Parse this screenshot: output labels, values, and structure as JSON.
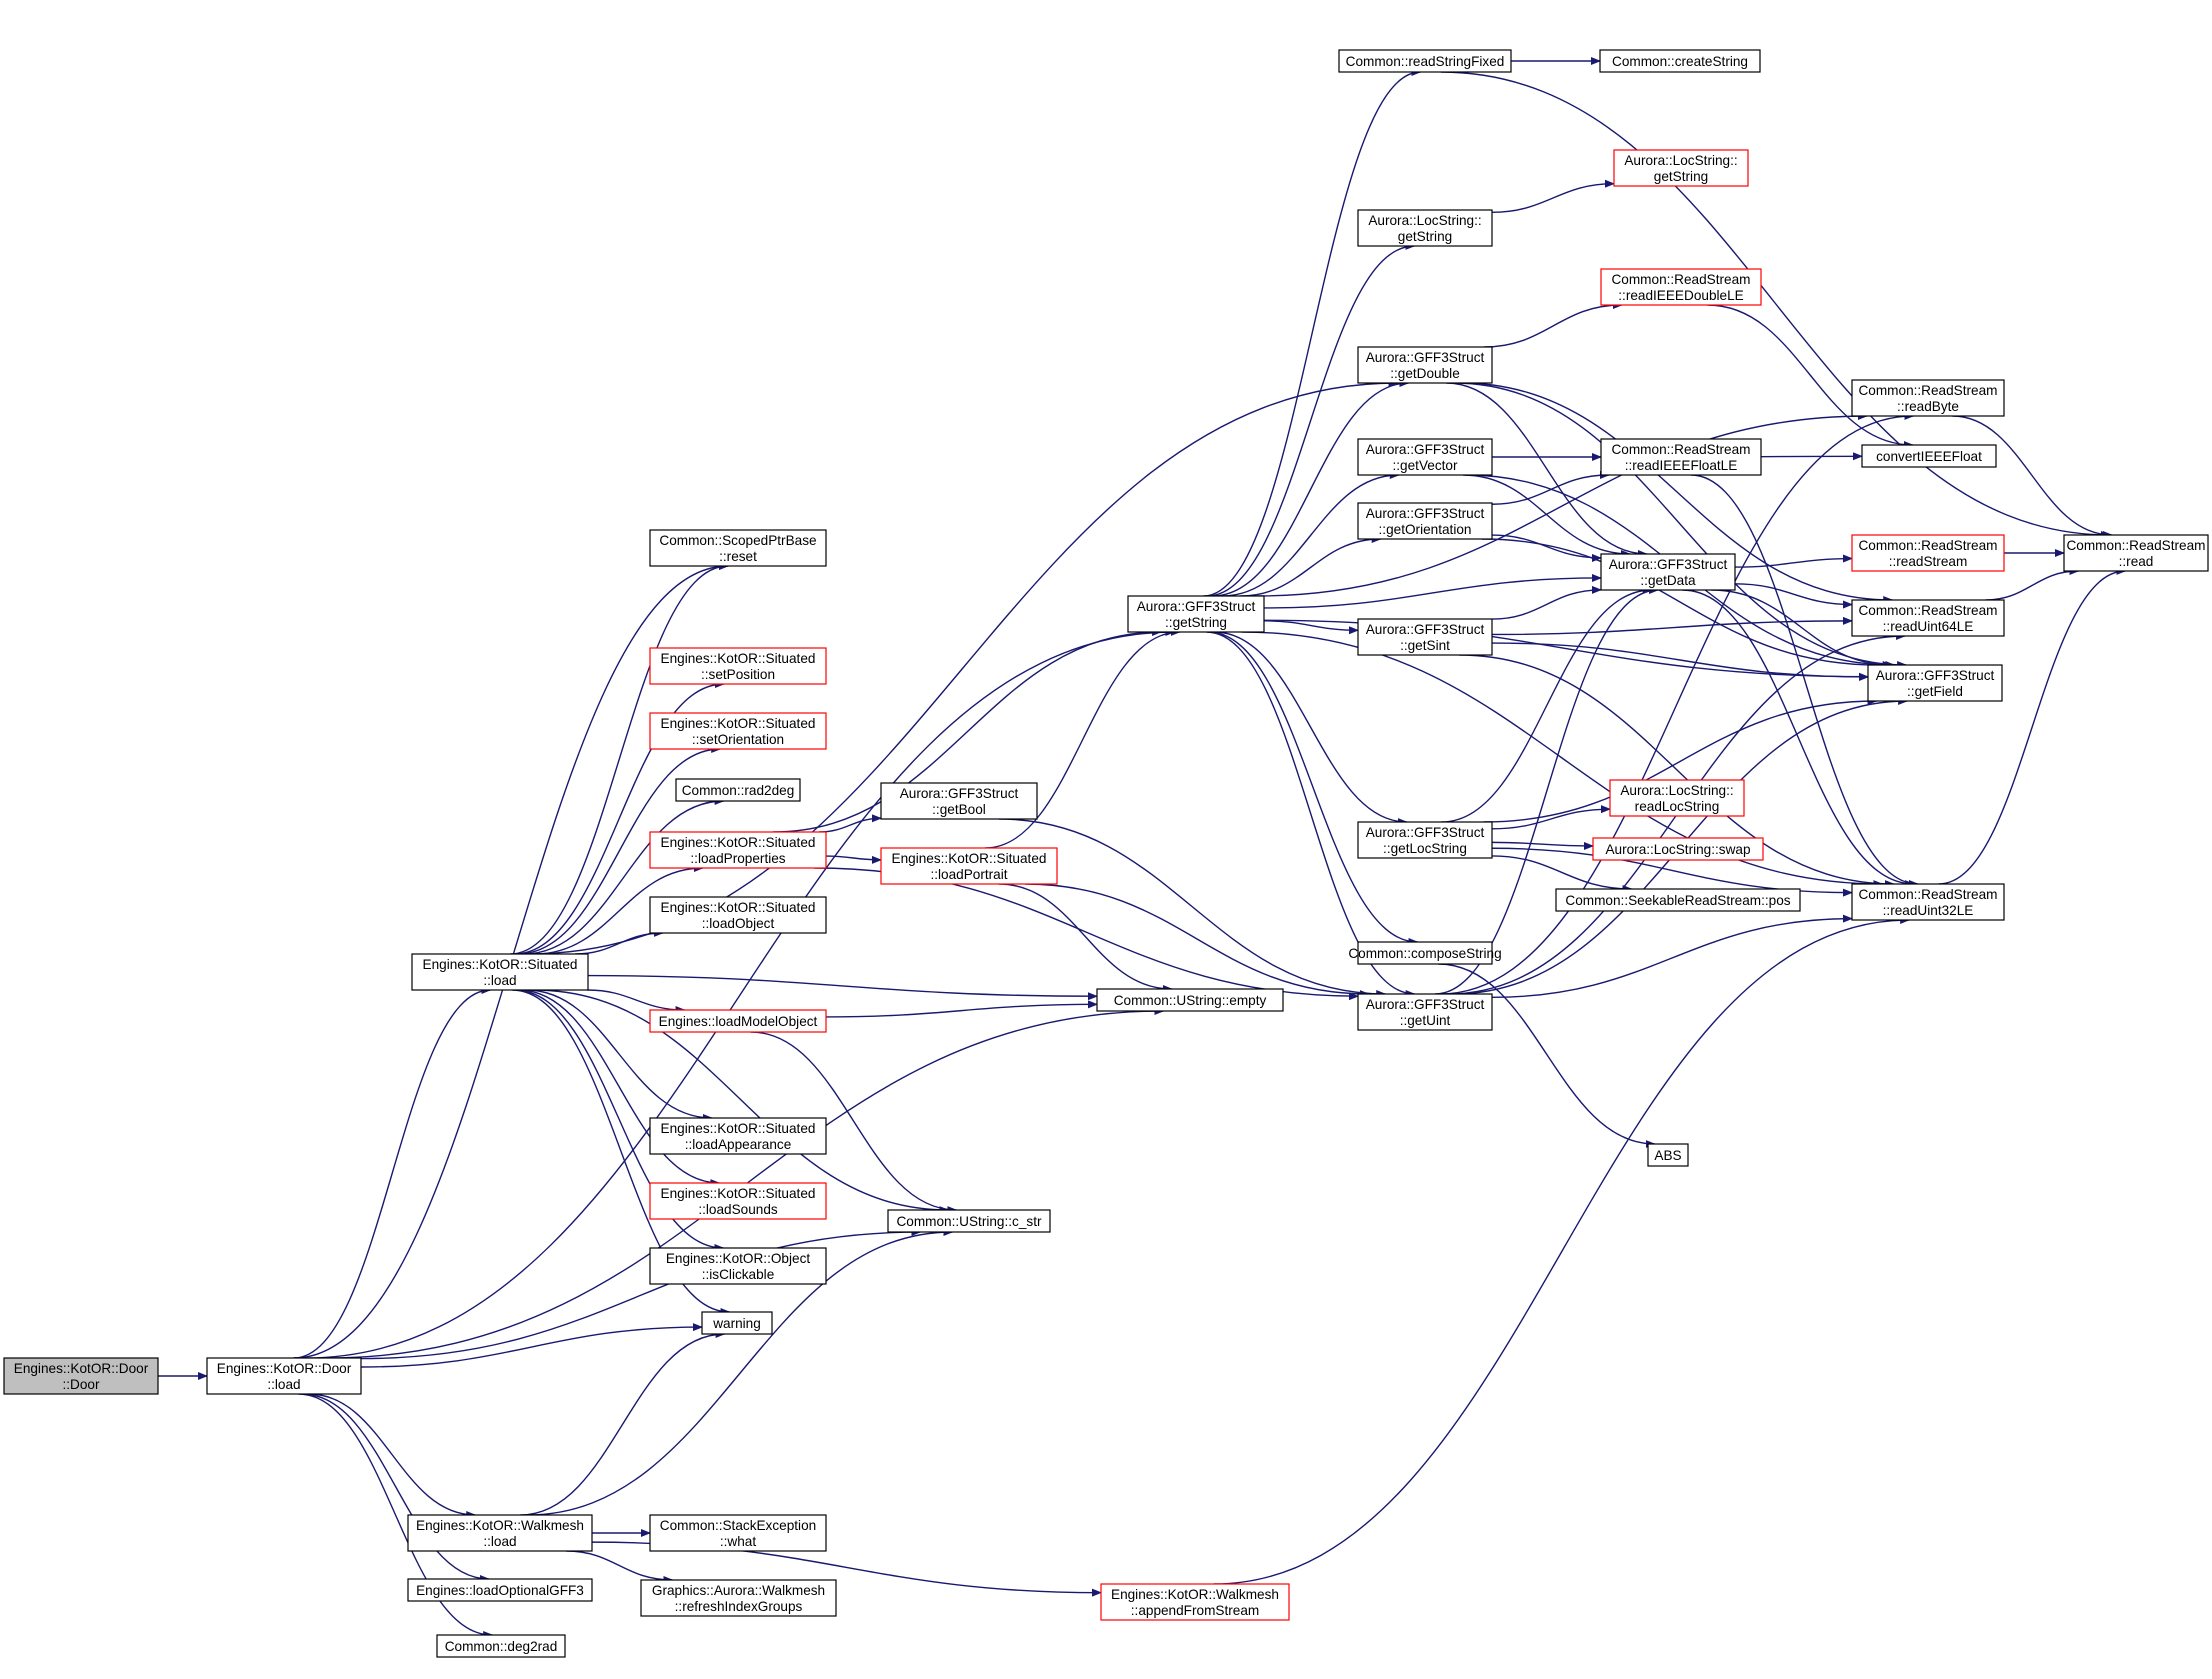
{
  "colors": {
    "edge": "#191970",
    "node_border": "#000000",
    "node_border_incomplete": "#ff0000",
    "root_fill": "#bfbfbf",
    "node_fill": "#ffffff"
  },
  "nodes": {
    "door_ctor": {
      "lines": [
        "Engines::KotOR::Door",
        "::Door"
      ],
      "root": true
    },
    "door_load": {
      "lines": [
        "Engines::KotOR::Door",
        "::load"
      ]
    },
    "situated_load": {
      "lines": [
        "Engines::KotOR::Situated",
        "::load"
      ]
    },
    "walkmesh_load": {
      "lines": [
        "Engines::KotOR::Walkmesh",
        "::load"
      ]
    },
    "load_optional_gff3": {
      "lines": [
        "Engines::loadOptionalGFF3"
      ]
    },
    "deg2rad": {
      "lines": [
        "Common::deg2rad"
      ]
    },
    "scoped_reset": {
      "lines": [
        "Common::ScopedPtrBase",
        "::reset"
      ]
    },
    "set_position": {
      "lines": [
        "Engines::KotOR::Situated",
        "::setPosition"
      ],
      "incomplete": true
    },
    "set_orientation": {
      "lines": [
        "Engines::KotOR::Situated",
        "::setOrientation"
      ],
      "incomplete": true
    },
    "rad2deg": {
      "lines": [
        "Common::rad2deg"
      ]
    },
    "load_properties": {
      "lines": [
        "Engines::KotOR::Situated",
        "::loadProperties"
      ],
      "incomplete": true
    },
    "load_object": {
      "lines": [
        "Engines::KotOR::Situated",
        "::loadObject"
      ]
    },
    "load_model_object": {
      "lines": [
        "Engines::loadModelObject"
      ],
      "incomplete": true
    },
    "load_appearance": {
      "lines": [
        "Engines::KotOR::Situated",
        "::loadAppearance"
      ]
    },
    "load_sounds": {
      "lines": [
        "Engines::KotOR::Situated",
        "::loadSounds"
      ],
      "incomplete": true
    },
    "is_clickable": {
      "lines": [
        "Engines::KotOR::Object",
        "::isClickable"
      ]
    },
    "warning": {
      "lines": [
        "warning"
      ]
    },
    "stack_what": {
      "lines": [
        "Common::StackException",
        "::what"
      ]
    },
    "refresh_index": {
      "lines": [
        "Graphics::Aurora::Walkmesh",
        "::refreshIndexGroups"
      ]
    },
    "get_bool": {
      "lines": [
        "Aurora::GFF3Struct",
        "::getBool"
      ]
    },
    "load_portrait": {
      "lines": [
        "Engines::KotOR::Situated",
        "::loadPortrait"
      ],
      "incomplete": true
    },
    "ustring_empty": {
      "lines": [
        "Common::UString::empty"
      ]
    },
    "ustring_cstr": {
      "lines": [
        "Common::UString::c_str"
      ]
    },
    "append_from_stream": {
      "lines": [
        "Engines::KotOR::Walkmesh",
        "::appendFromStream"
      ],
      "incomplete": true
    },
    "get_string": {
      "lines": [
        "Aurora::GFF3Struct",
        "::getString"
      ]
    },
    "read_string_fixed": {
      "lines": [
        "Common::readStringFixed"
      ]
    },
    "create_string": {
      "lines": [
        "Common::createString"
      ]
    },
    "locstring_getstring": {
      "lines": [
        "Aurora::LocString::",
        "getString"
      ]
    },
    "locstring_getstring_red": {
      "lines": [
        "Aurora::LocString::",
        "getString"
      ],
      "incomplete": true
    },
    "get_double": {
      "lines": [
        "Aurora::GFF3Struct",
        "::getDouble"
      ]
    },
    "read_ieee_double": {
      "lines": [
        "Common::ReadStream",
        "::readIEEEDoubleLE"
      ],
      "incomplete": true
    },
    "get_vector": {
      "lines": [
        "Aurora::GFF3Struct",
        "::getVector"
      ]
    },
    "get_orientation": {
      "lines": [
        "Aurora::GFF3Struct",
        "::getOrientation"
      ]
    },
    "read_ieee_float": {
      "lines": [
        "Common::ReadStream",
        "::readIEEEFloatLE"
      ]
    },
    "get_data": {
      "lines": [
        "Aurora::GFF3Struct",
        "::getData"
      ]
    },
    "get_sint": {
      "lines": [
        "Aurora::GFF3Struct",
        "::getSint"
      ]
    },
    "get_locstring": {
      "lines": [
        "Aurora::GFF3Struct",
        "::getLocString"
      ]
    },
    "read_locstring": {
      "lines": [
        "Aurora::LocString::",
        "readLocString"
      ],
      "incomplete": true
    },
    "locstring_swap": {
      "lines": [
        "Aurora::LocString::swap"
      ],
      "incomplete": true
    },
    "seekable_pos": {
      "lines": [
        "Common::SeekableReadStream::pos"
      ]
    },
    "compose_string": {
      "lines": [
        "Common::composeString"
      ]
    },
    "get_uint": {
      "lines": [
        "Aurora::GFF3Struct",
        "::getUint"
      ]
    },
    "abs": {
      "lines": [
        "ABS"
      ]
    },
    "read_byte": {
      "lines": [
        "Common::ReadStream",
        "::readByte"
      ]
    },
    "convert_ieee_float": {
      "lines": [
        "convertIEEEFloat"
      ]
    },
    "read_stream": {
      "lines": [
        "Common::ReadStream",
        "::readStream"
      ],
      "incomplete": true
    },
    "read_uint64": {
      "lines": [
        "Common::ReadStream",
        "::readUint64LE"
      ]
    },
    "get_field": {
      "lines": [
        "Aurora::GFF3Struct",
        "::getField"
      ]
    },
    "read_uint32": {
      "lines": [
        "Common::ReadStream",
        "::readUint32LE"
      ]
    },
    "stream_read": {
      "lines": [
        "Common::ReadStream",
        "::read"
      ]
    }
  },
  "edges": [
    [
      "door_ctor",
      "door_load"
    ],
    [
      "door_load",
      "get_string"
    ],
    [
      "door_load",
      "scoped_reset"
    ],
    [
      "door_load",
      "situated_load"
    ],
    [
      "door_load",
      "warning"
    ],
    [
      "door_load",
      "ustring_cstr"
    ],
    [
      "door_load",
      "ustring_empty"
    ],
    [
      "door_load",
      "walkmesh_load"
    ],
    [
      "door_load",
      "load_optional_gff3"
    ],
    [
      "door_load",
      "deg2rad"
    ],
    [
      "situated_load",
      "scoped_reset"
    ],
    [
      "situated_load",
      "get_double"
    ],
    [
      "situated_load",
      "set_position"
    ],
    [
      "situated_load",
      "set_orientation"
    ],
    [
      "situated_load",
      "rad2deg"
    ],
    [
      "situated_load",
      "load_properties"
    ],
    [
      "situated_load",
      "load_object"
    ],
    [
      "situated_load",
      "ustring_empty"
    ],
    [
      "situated_load",
      "load_model_object"
    ],
    [
      "situated_load",
      "ustring_cstr"
    ],
    [
      "situated_load",
      "load_appearance"
    ],
    [
      "situated_load",
      "load_sounds"
    ],
    [
      "situated_load",
      "is_clickable"
    ],
    [
      "situated_load",
      "warning"
    ],
    [
      "load_properties",
      "get_string"
    ],
    [
      "load_properties",
      "get_bool"
    ],
    [
      "load_properties",
      "load_portrait"
    ],
    [
      "load_properties",
      "get_uint"
    ],
    [
      "get_bool",
      "get_uint"
    ],
    [
      "load_portrait",
      "get_string"
    ],
    [
      "load_portrait",
      "ustring_empty"
    ],
    [
      "load_portrait",
      "get_uint"
    ],
    [
      "load_model_object",
      "ustring_empty"
    ],
    [
      "load_model_object",
      "ustring_cstr"
    ],
    [
      "walkmesh_load",
      "warning"
    ],
    [
      "walkmesh_load",
      "ustring_cstr"
    ],
    [
      "walkmesh_load",
      "stack_what"
    ],
    [
      "walkmesh_load",
      "refresh_index"
    ],
    [
      "walkmesh_load",
      "append_from_stream"
    ],
    [
      "append_from_stream",
      "read_uint32"
    ],
    [
      "get_string",
      "read_string_fixed"
    ],
    [
      "get_string",
      "read_byte"
    ],
    [
      "get_string",
      "locstring_getstring"
    ],
    [
      "get_string",
      "get_double"
    ],
    [
      "get_string",
      "get_vector"
    ],
    [
      "get_string",
      "get_orientation"
    ],
    [
      "get_string",
      "get_data"
    ],
    [
      "get_string",
      "get_sint"
    ],
    [
      "get_string",
      "get_locstring"
    ],
    [
      "get_string",
      "compose_string"
    ],
    [
      "get_string",
      "get_uint"
    ],
    [
      "get_string",
      "get_field"
    ],
    [
      "get_string",
      "read_uint32"
    ],
    [
      "read_string_fixed",
      "create_string"
    ],
    [
      "read_string_fixed",
      "stream_read"
    ],
    [
      "locstring_getstring",
      "locstring_getstring_red"
    ],
    [
      "get_double",
      "read_ieee_double"
    ],
    [
      "get_double",
      "get_data"
    ],
    [
      "get_double",
      "read_uint64"
    ],
    [
      "get_double",
      "get_field"
    ],
    [
      "read_ieee_double",
      "convert_ieee_float"
    ],
    [
      "get_vector",
      "read_ieee_float"
    ],
    [
      "get_vector",
      "get_data"
    ],
    [
      "get_vector",
      "get_field"
    ],
    [
      "get_orientation",
      "read_ieee_float"
    ],
    [
      "get_orientation",
      "get_data"
    ],
    [
      "get_orientation",
      "get_field"
    ],
    [
      "read_ieee_float",
      "convert_ieee_float"
    ],
    [
      "read_ieee_float",
      "read_uint32"
    ],
    [
      "get_data",
      "read_stream"
    ],
    [
      "get_data",
      "read_uint64"
    ],
    [
      "get_data",
      "get_field"
    ],
    [
      "get_data",
      "read_uint32"
    ],
    [
      "get_sint",
      "get_data"
    ],
    [
      "get_sint",
      "read_uint64"
    ],
    [
      "get_sint",
      "get_field"
    ],
    [
      "get_sint",
      "read_uint32"
    ],
    [
      "get_locstring",
      "read_locstring"
    ],
    [
      "get_locstring",
      "locstring_swap"
    ],
    [
      "get_locstring",
      "seekable_pos"
    ],
    [
      "get_locstring",
      "get_data"
    ],
    [
      "get_locstring",
      "read_uint32"
    ],
    [
      "get_locstring",
      "get_field"
    ],
    [
      "compose_string",
      "abs"
    ],
    [
      "get_uint",
      "get_data"
    ],
    [
      "get_uint",
      "read_byte"
    ],
    [
      "get_uint",
      "read_uint32"
    ],
    [
      "get_uint",
      "read_uint64"
    ],
    [
      "get_uint",
      "get_field"
    ],
    [
      "read_byte",
      "stream_read"
    ],
    [
      "read_stream",
      "stream_read"
    ],
    [
      "read_uint64",
      "stream_read"
    ],
    [
      "read_uint32",
      "stream_read"
    ]
  ]
}
